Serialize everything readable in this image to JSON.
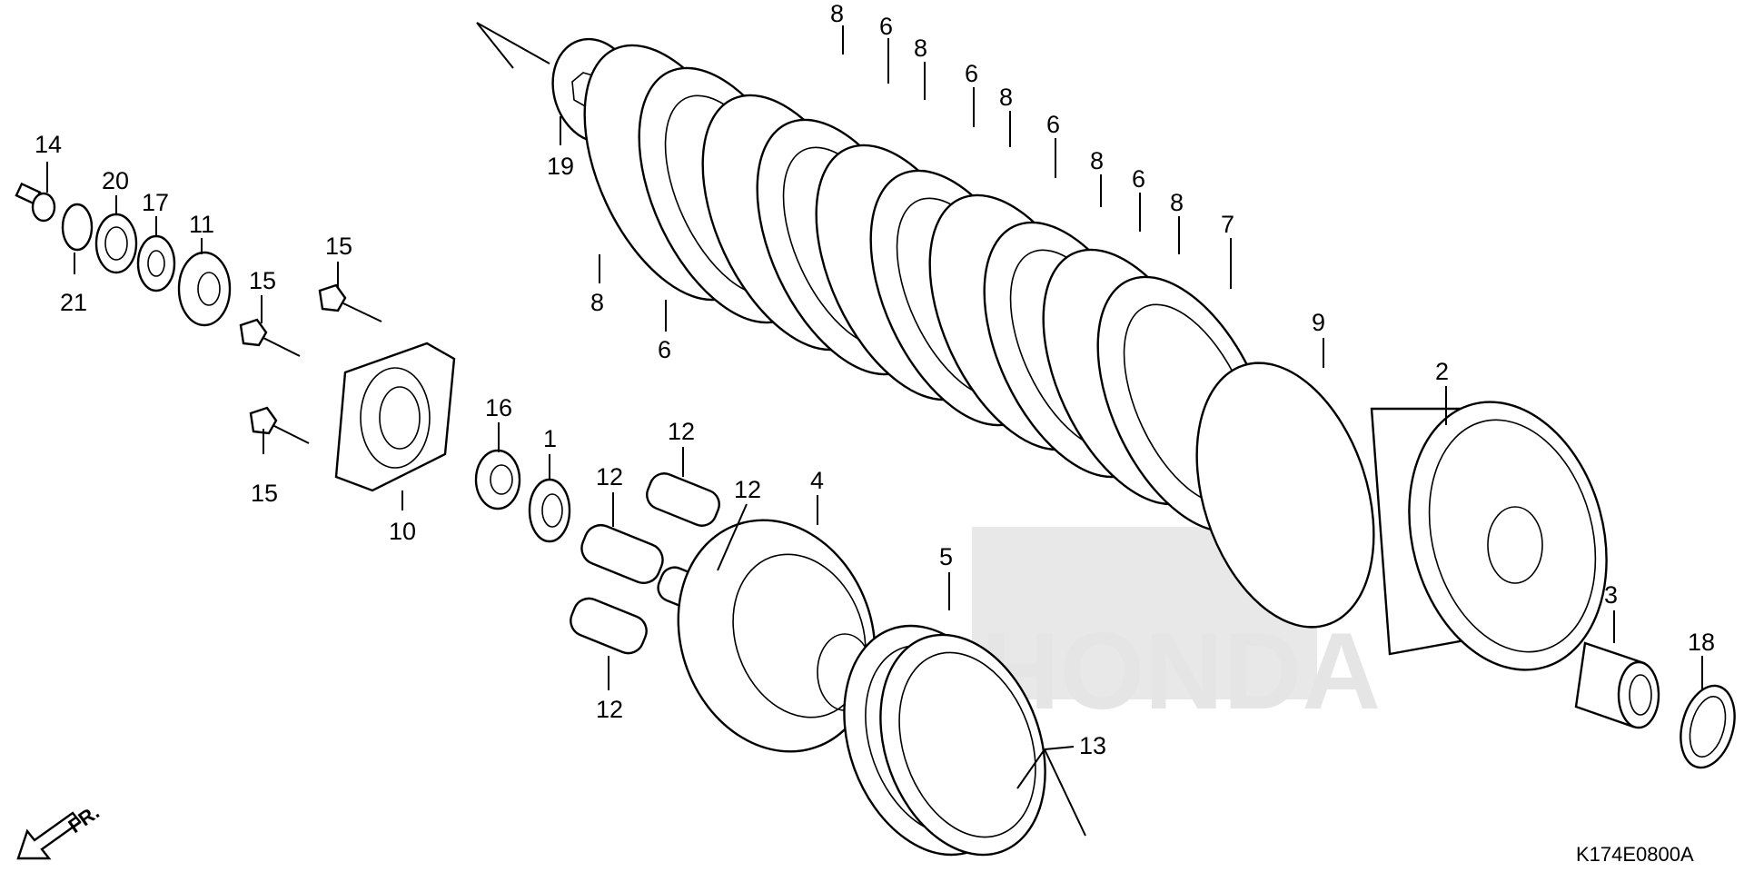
{
  "diagram": {
    "labels": [
      {
        "id": "14",
        "text": "14"
      },
      {
        "id": "20",
        "text": "20"
      },
      {
        "id": "17",
        "text": "17"
      },
      {
        "id": "11",
        "text": "11"
      },
      {
        "id": "21",
        "text": "21"
      },
      {
        "id": "15a",
        "text": "15"
      },
      {
        "id": "15b",
        "text": "15"
      },
      {
        "id": "15c",
        "text": "15"
      },
      {
        "id": "10",
        "text": "10"
      },
      {
        "id": "16",
        "text": "16"
      },
      {
        "id": "1",
        "text": "1"
      },
      {
        "id": "12a",
        "text": "12"
      },
      {
        "id": "12b",
        "text": "12"
      },
      {
        "id": "12c",
        "text": "12"
      },
      {
        "id": "12d",
        "text": "12"
      },
      {
        "id": "4",
        "text": "4"
      },
      {
        "id": "19",
        "text": "19"
      },
      {
        "id": "8a",
        "text": "8"
      },
      {
        "id": "6a",
        "text": "6"
      },
      {
        "id": "8b",
        "text": "8"
      },
      {
        "id": "6b",
        "text": "6"
      },
      {
        "id": "8c",
        "text": "8"
      },
      {
        "id": "6c",
        "text": "6"
      },
      {
        "id": "8d",
        "text": "8"
      },
      {
        "id": "6d",
        "text": "6"
      },
      {
        "id": "8e",
        "text": "8"
      },
      {
        "id": "7",
        "text": "7"
      },
      {
        "id": "8f",
        "text": "8"
      },
      {
        "id": "6e",
        "text": "6"
      },
      {
        "id": "9",
        "text": "9"
      },
      {
        "id": "2",
        "text": "2"
      },
      {
        "id": "5",
        "text": "5"
      },
      {
        "id": "13",
        "text": "13"
      },
      {
        "id": "3",
        "text": "3"
      },
      {
        "id": "18",
        "text": "18"
      }
    ],
    "direction_label": "FR.",
    "diagram_code": "K174E0800A",
    "watermark_text": "HONDA"
  }
}
